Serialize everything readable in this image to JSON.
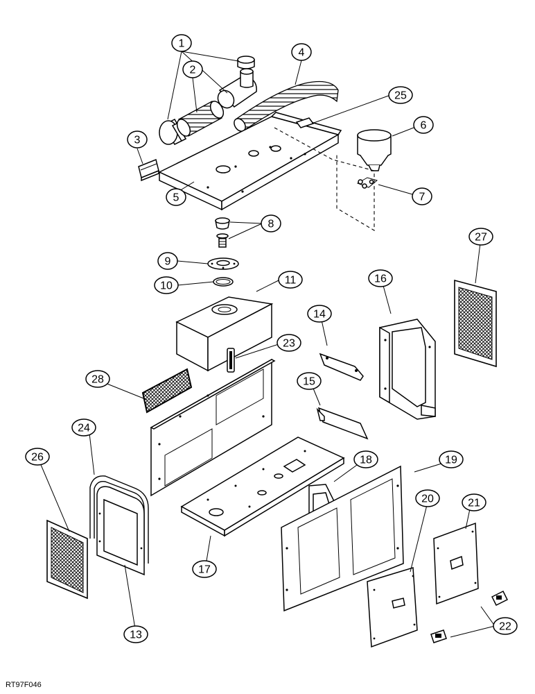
{
  "drawing_id": "RT97F046",
  "callouts": [
    "1",
    "2",
    "3",
    "4",
    "5",
    "6",
    "7",
    "8",
    "9",
    "10",
    "11",
    "13",
    "14",
    "15",
    "16",
    "17",
    "18",
    "19",
    "20",
    "21",
    "22",
    "23",
    "24",
    "25",
    "26",
    "27",
    "28"
  ]
}
